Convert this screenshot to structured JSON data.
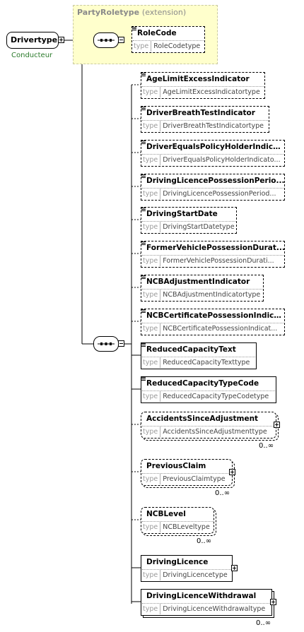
{
  "root": {
    "name": "Drivertype",
    "annotation": "Conducteur"
  },
  "extension": {
    "title": "PartyRoletype",
    "subtitle": "(extension)",
    "element": {
      "name": "RoleCode",
      "type_key": "type",
      "type": "RoleCodetype"
    }
  },
  "elements": [
    {
      "name": "AgeLimitExcessIndicator",
      "type_key": "type",
      "type": "AgeLimitExcessIndicatortype"
    },
    {
      "name": "DriverBreathTestIndicator",
      "type_key": "type",
      "type": "DriverBreathTestIndicatortype"
    },
    {
      "name": "DriverEqualsPolicyHolderIndicator",
      "type_key": "type",
      "type": "DriverEqualsPolicyHolderIndicato..."
    },
    {
      "name": "DrivingLicencePossessionPerio...",
      "type_key": "type",
      "type": "DrivingLicencePossessionPeriod..."
    },
    {
      "name": "DrivingStartDate",
      "type_key": "type",
      "type": "DrivingStartDatetype"
    },
    {
      "name": "FormerVehiclePossessionDurat...",
      "type_key": "type",
      "type": "FormerVehiclePossessionDurati..."
    },
    {
      "name": "NCBAdjustmentIndicator",
      "type_key": "type",
      "type": "NCBAdjustmentIndicatortype"
    },
    {
      "name": "NCBCertificatePossessionIndica...",
      "type_key": "type",
      "type": "NCBCertificatePossessionIndicat..."
    },
    {
      "name": "ReducedCapacityText",
      "type_key": "type",
      "type": "ReducedCapacityTexttype"
    },
    {
      "name": "ReducedCapacityTypeCode",
      "type_key": "type",
      "type": "ReducedCapacityTypeCodetype"
    },
    {
      "name": "AccidentsSinceAdjustment",
      "type_key": "type",
      "type": "AccidentsSinceAdjustmenttype",
      "cardinality": "0..∞"
    },
    {
      "name": "PreviousClaim",
      "type_key": "type",
      "type": "PreviousClaimtype",
      "cardinality": "0..∞"
    },
    {
      "name": "NCBLevel",
      "type_key": "type",
      "type": "NCBLeveltype",
      "cardinality": "0..∞"
    },
    {
      "name": "DrivingLicence",
      "type_key": "type",
      "type": "DrivingLicencetype"
    },
    {
      "name": "DrivingLicenceWithdrawal",
      "type_key": "type",
      "type": "DrivingLicenceWithdrawaltype",
      "cardinality": "0..∞"
    }
  ]
}
